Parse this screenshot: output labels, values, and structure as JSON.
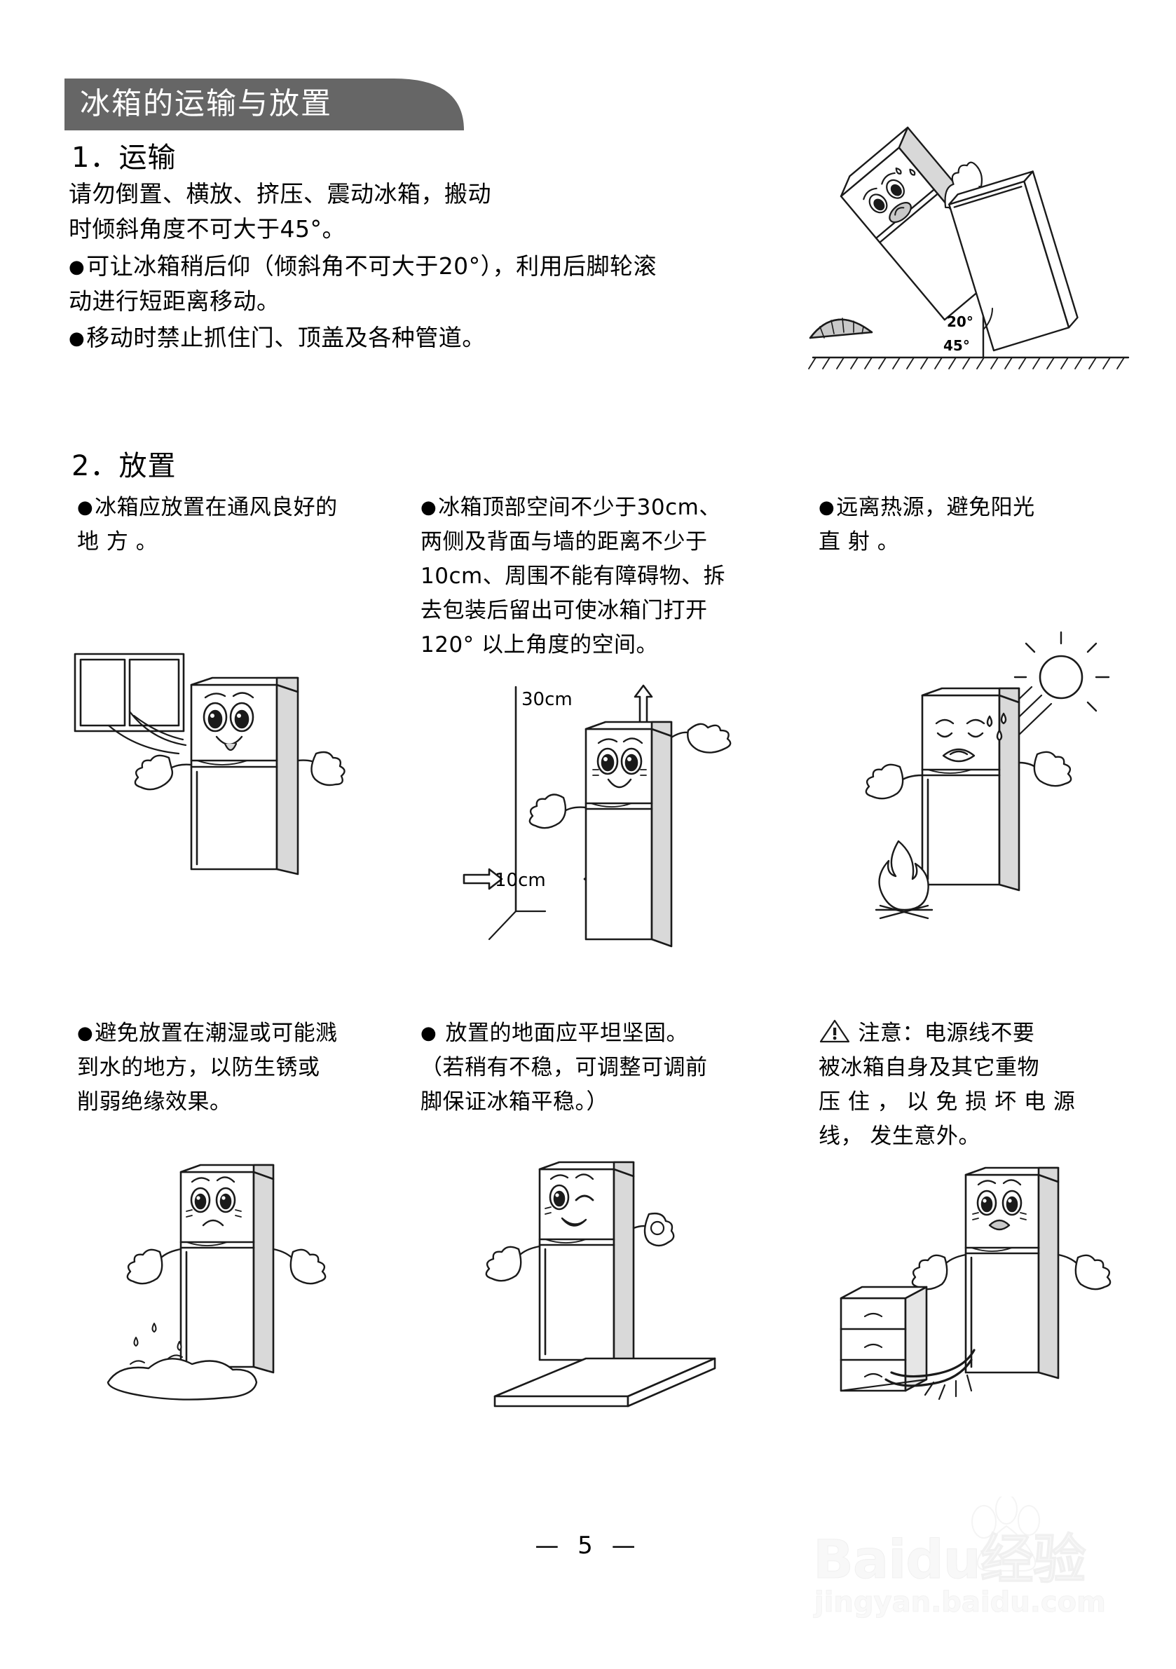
{
  "document": {
    "page_number": "— 5 —",
    "banner_color": "#666666",
    "banner_title": "冰箱的运输与放置"
  },
  "section1": {
    "heading": "1．运输",
    "paragraph": [
      "请勿倒置、横放、挤压、震动冰箱，搬动",
      "时倾斜角度不可大于45°。"
    ],
    "bullets": [
      {
        "lines": [
          "可让冰箱稍后仰（倾斜角不可大于20°），利用后脚轮滚",
          "动进行短距离移动。"
        ]
      },
      {
        "lines": [
          "移动时禁止抓住门、顶盖及各种管道。"
        ]
      }
    ],
    "figure_labels": {
      "angle_45": "45°",
      "angle_20": "20°"
    }
  },
  "section2": {
    "heading": "2．放置",
    "items": [
      {
        "id": "ventilation",
        "bullet": "●",
        "lines": [
          "冰箱应放置在通风良好的",
          "地 方 。"
        ],
        "figure": "refrigerator-near-window"
      },
      {
        "id": "clearance",
        "bullet": "●",
        "lines": [
          "冰箱顶部空间不少于30cm、",
          "两侧及背面与墙的距离不少于",
          "10cm、周围不能有障碍物、拆",
          "去包装后留出可使冰箱门打开",
          "120° 以上角度的空间。"
        ],
        "figure": "refrigerator-wall-clearance",
        "figure_labels": {
          "top": "30cm",
          "side": "10cm"
        }
      },
      {
        "id": "heat-source",
        "bullet": "●",
        "lines": [
          "远离热源，避免阳光",
          "直 射 。"
        ],
        "figure": "refrigerator-sun-fire"
      },
      {
        "id": "moisture",
        "bullet": "●",
        "lines": [
          "避免放置在潮湿或可能溅",
          "到水的地方，以防生锈或",
          "削弱绝缘效果。"
        ],
        "figure": "refrigerator-water-puddle"
      },
      {
        "id": "level-floor",
        "bullet": "●",
        "lines": [
          " 放置的地面应平坦坚固。",
          "（若稍有不稳，可调整可调前",
          "脚保证冰箱平稳。）"
        ],
        "figure": "refrigerator-on-platform"
      },
      {
        "id": "power-cord-warning",
        "bullet": "warning-triangle",
        "lines": [
          " 注意：电源线不要",
          "被冰箱自身及其它重物",
          "压 住 ， 以 免 损 坏 电 源",
          "线， 发生意外。"
        ],
        "figure": "refrigerator-cord-crushed"
      }
    ]
  },
  "watermark": {
    "main": "Baidu经验",
    "sub": "jingyan.baidu.com"
  }
}
